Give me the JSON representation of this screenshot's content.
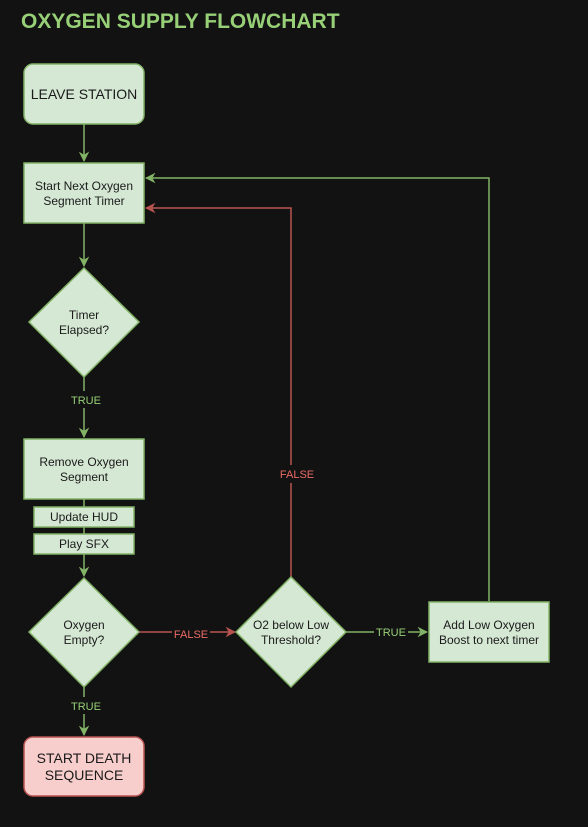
{
  "title": "OXYGEN SUPPLY FLOWCHART",
  "colors": {
    "background": "#121212",
    "node_fill": "#d5e8d4",
    "node_stroke": "#82b366",
    "end_fill": "#f8cecc",
    "end_stroke": "#b85450",
    "true_color": "#97d077",
    "false_color": "#ea6b66",
    "title_color": "#97d077"
  },
  "nodes": {
    "leave_station": "LEAVE STATION",
    "start_timer": [
      "Start Next Oxygen",
      "Segment Timer"
    ],
    "timer_elapsed": [
      "Timer",
      "Elapsed?"
    ],
    "remove_segment": [
      "Remove Oxygen",
      "Segment"
    ],
    "update_hud": "Update HUD",
    "play_sfx": "Play SFX",
    "oxygen_empty": [
      "Oxygen",
      "Empty?"
    ],
    "o2_below": [
      "O2 below Low",
      "Threshold?"
    ],
    "add_boost": [
      "Add Low Oxygen",
      "Boost to next timer"
    ],
    "death": [
      "START DEATH",
      "SEQUENCE"
    ]
  },
  "edge_labels": {
    "timer_true": "TRUE",
    "empty_true": "TRUE",
    "empty_false": "FALSE",
    "below_true": "TRUE",
    "below_false": "FALSE"
  }
}
